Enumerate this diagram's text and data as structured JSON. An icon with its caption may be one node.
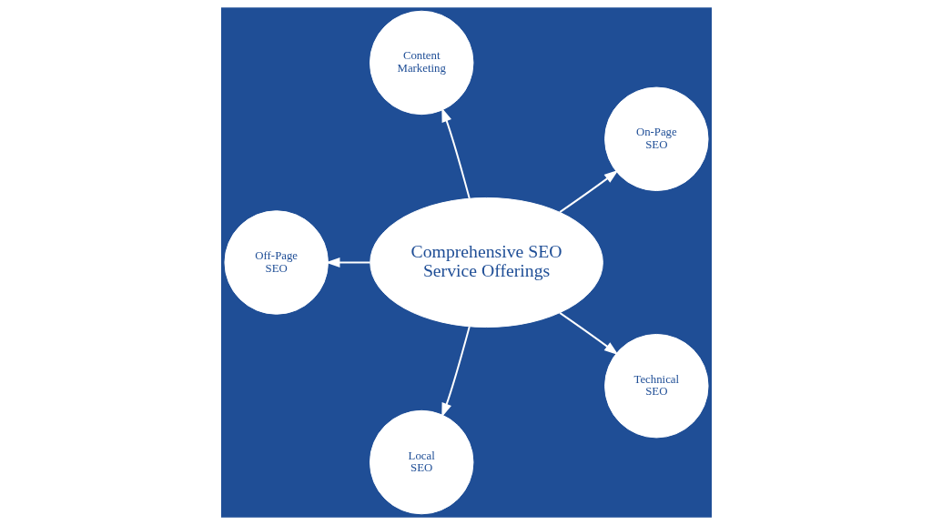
{
  "diagram": {
    "nodes": [
      {
        "text": [
          "Comprehensive SEO Service Offerings"
        ]
      },
      {
        "text": [
          "On-Page SEO"
        ]
      },
      {
        "text": [
          "Content Marketing"
        ]
      },
      {
        "text": [
          "Off-Page SEO"
        ]
      },
      {
        "text": [
          "Local SEO"
        ]
      },
      {
        "text": [
          "Technical SEO"
        ]
      }
    ],
    "edges": [
      {
        "from": 0,
        "to": 1,
        "arrow": "to"
      },
      {
        "from": 0,
        "to": 2,
        "arrow": "to"
      },
      {
        "from": 0,
        "to": 3,
        "arrow": "to"
      },
      {
        "from": 0,
        "to": 4,
        "arrow": "to"
      },
      {
        "from": 0,
        "to": 5,
        "arrow": "to"
      }
    ]
  }
}
